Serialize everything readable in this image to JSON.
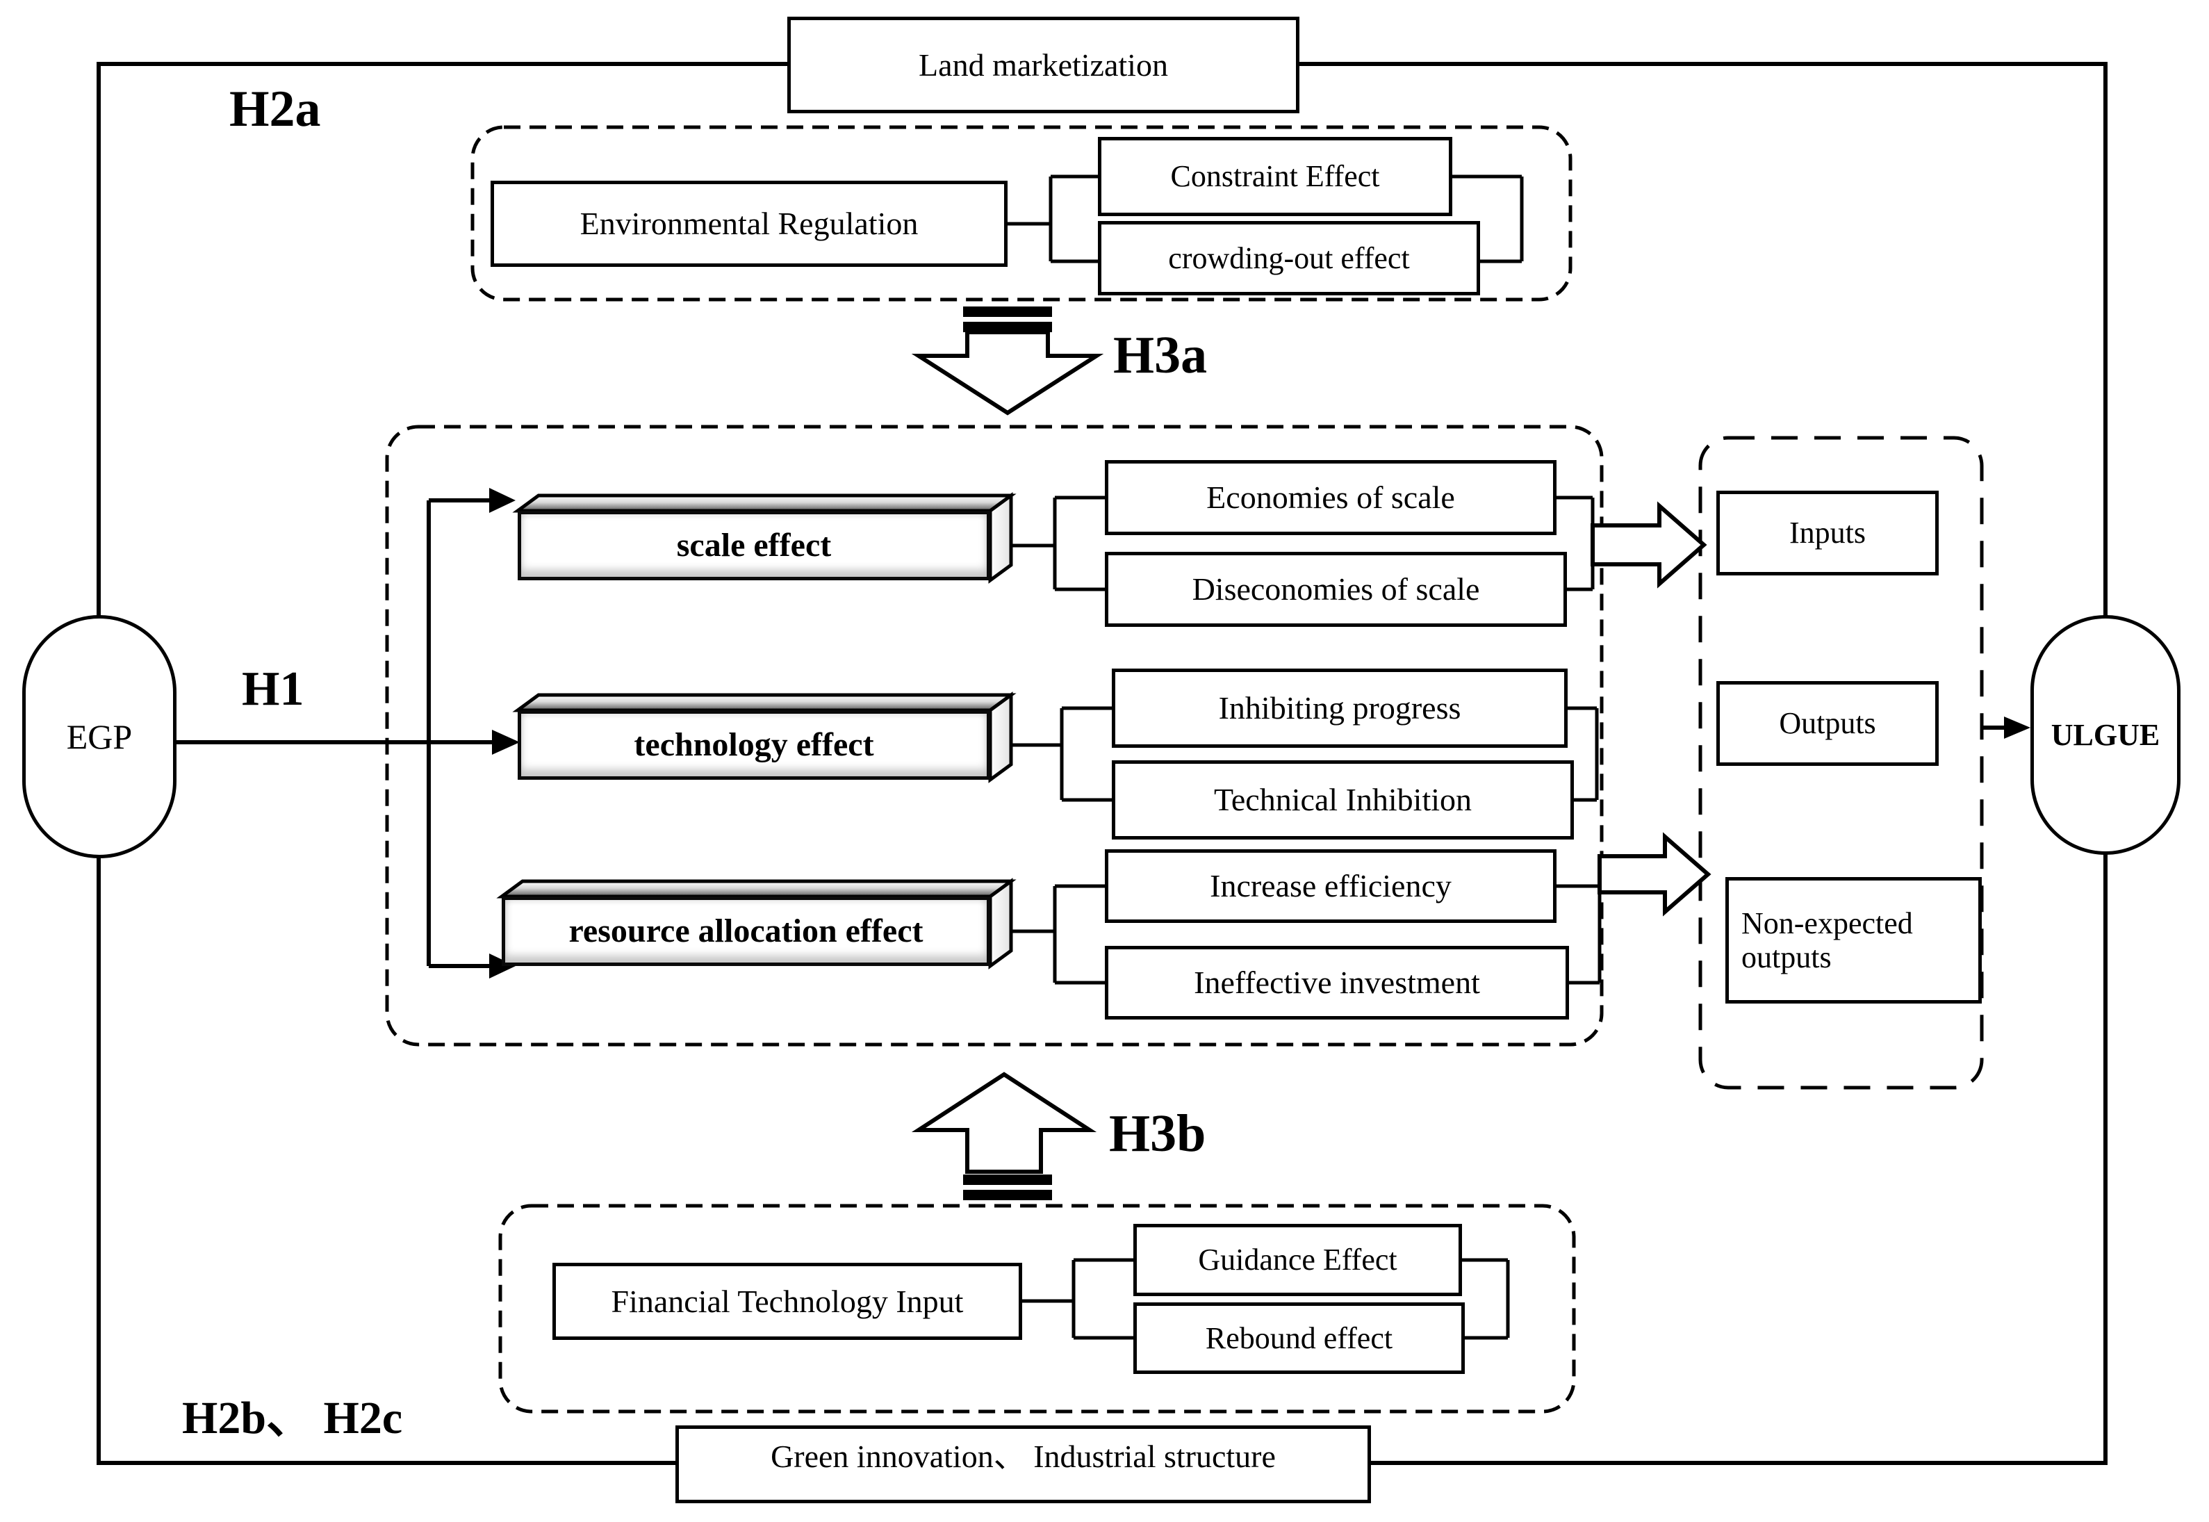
{
  "diagram": {
    "outer": {
      "top_mediator": "Land marketization",
      "bottom_mediator": "Green innovation、 Industrial structure"
    },
    "hypotheses": {
      "h1": "H1",
      "h2a": "H2a",
      "h2bc": "H2b、 H2c",
      "h3a": "H3a",
      "h3b": "H3b"
    },
    "endpoints": {
      "source": "EGP",
      "target": "ULGUE"
    },
    "regulation": {
      "driver": "Environmental Regulation",
      "effects": [
        "Constraint Effect",
        "crowding-out effect"
      ]
    },
    "fintech": {
      "driver": "Financial Technology Input",
      "effects": [
        "Guidance Effect",
        "Rebound effect"
      ]
    },
    "mechanisms": [
      {
        "label": "scale effect",
        "effects": [
          "Economies of scale",
          "Diseconomies of scale"
        ]
      },
      {
        "label": "technology effect",
        "effects": [
          "Inhibiting progress",
          "Technical Inhibition"
        ]
      },
      {
        "label": "resource allocation effect",
        "effects": [
          "Increase efficiency",
          "Ineffective investment"
        ]
      }
    ],
    "efficiency_terms": [
      "Inputs",
      "Outputs",
      "Non-expected outputs"
    ],
    "colors": {
      "ink": "#000000",
      "paper": "#ffffff",
      "face_shadow": "#5a5a5a",
      "face_light": "#f4f4f4"
    }
  }
}
